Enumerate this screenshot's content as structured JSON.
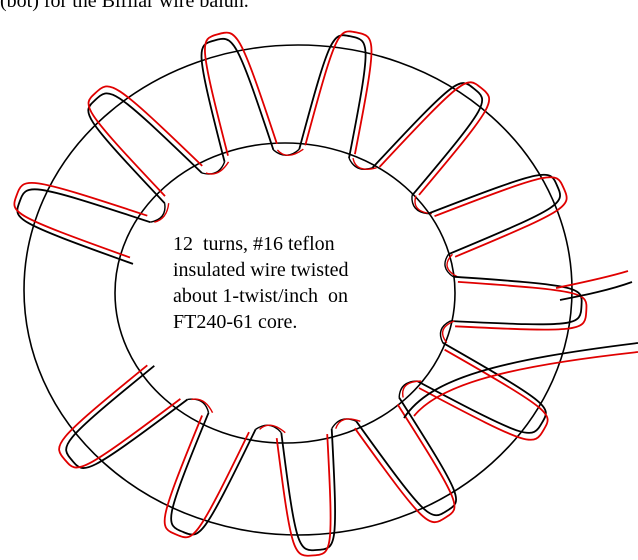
{
  "header": {
    "partial_caption": "(bot) for the Bifilar wire balun."
  },
  "diagram": {
    "description_lines": [
      "12  turns, #16 teflon",
      "insulated wire twisted",
      "about 1-twist/inch  on",
      "FT240-61 core."
    ],
    "turns": 12,
    "colors": {
      "wire_a": "#000000",
      "wire_b": "#e00000",
      "core": "#000000"
    }
  }
}
